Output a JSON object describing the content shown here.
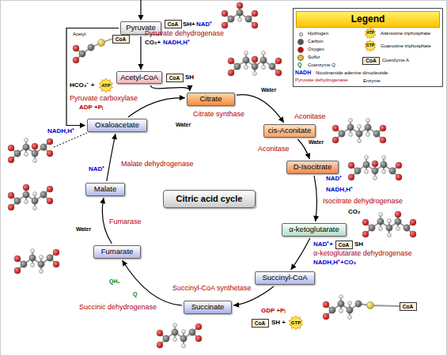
{
  "diagram": {
    "nodes": [
      {
        "text": [
          "Legend"
        ]
      },
      {
        "text": [
          "CoA"
        ],
        "in": 0
      },
      {
        "text": [
          "Pyruvate"
        ]
      },
      {
        "text": [
          "CoA"
        ]
      },
      {
        "text": [
          "CoA"
        ]
      },
      {
        "text": [
          "Acetyl-CoA"
        ]
      },
      {
        "text": [
          "CoA"
        ]
      },
      {
        "text": [
          "Citrate"
        ]
      },
      {
        "text": [
          "Oxaloacetate"
        ]
      },
      {
        "text": [
          "cis-Aconitate"
        ]
      },
      {
        "text": [
          "D-Isocitrate"
        ]
      },
      {
        "text": [
          "Malate"
        ]
      },
      {
        "text": [
          "Citric acid cycle"
        ]
      },
      {
        "text": [
          "α-ketoglutarate"
        ]
      },
      {
        "text": [
          "CoA"
        ]
      },
      {
        "text": [
          "Fumarate"
        ]
      },
      {
        "text": [
          "Succinyl-CoA"
        ]
      },
      {
        "text": [
          "CoA"
        ]
      },
      {
        "text": [
          "Succinate"
        ]
      },
      {
        "text": [
          "CoA"
        ]
      }
    ],
    "edges": [
      {
        "from": 2,
        "to": 5,
        "arrow": "to"
      },
      {
        "from": 5,
        "to": 7,
        "arrow": "to"
      },
      {
        "from": 2,
        "to": 8,
        "arrow": "to"
      },
      {
        "from": 8,
        "to": 7,
        "arrow": "to"
      },
      {
        "from": 7,
        "to": 9,
        "arrow": "to"
      },
      {
        "from": 9,
        "to": 10,
        "arrow": "to"
      },
      {
        "from": 10,
        "to": 13,
        "arrow": "to"
      },
      {
        "from": 13,
        "to": 16,
        "arrow": "to"
      },
      {
        "from": 16,
        "to": 18,
        "arrow": "to"
      },
      {
        "from": 18,
        "to": 15,
        "arrow": "to"
      },
      {
        "from": 15,
        "to": 11,
        "arrow": "to"
      },
      {
        "from": 11,
        "to": 8,
        "arrow": "to"
      }
    ],
    "labels": [
      "Acetyl",
      "SH+",
      "NAD⁺",
      "Pyruvate dehydrogenase",
      "CO₂+",
      "NADH,H⁺",
      "SH",
      "HCO₃⁻ +",
      "ATP",
      "Pyruvate carboxylase",
      "ADP +Pᵢ",
      "Citrate synthase",
      "Water",
      "Water",
      "Aconitase",
      "Aconitase",
      "Water",
      "NAD⁺",
      "NADH,H⁺",
      "Isocitrate dehydrogenase",
      "CO₂",
      "NAD⁺+",
      "SH",
      "α-ketoglutarate dehydrogenase",
      "NADH,H⁺+CO₂",
      "Succinyl-CoA synthetase",
      "GDP +Pᵢ",
      "SH +",
      "GTP",
      "QH₂",
      "Q",
      "Succinic dehydrogenase",
      "Fumarase",
      "Water",
      "Malate dehydrogenase",
      "NAD⁺",
      "NADH,H⁺",
      "Q",
      "NADH",
      "Pyruvate dehydrogenase",
      "ATP",
      "GTP"
    ],
    "legend": [
      {
        "text": "Hydrogen",
        "color": "#e8e8e8"
      },
      {
        "text": "Adenosine triphosphate"
      },
      {
        "text": "Carbon",
        "color": "#555555"
      },
      {
        "text": "Guanosine triphosphate"
      },
      {
        "text": "Oxygen",
        "color": "#cc0000"
      },
      {
        "text": "Sulfur",
        "color": "#e6c229"
      },
      {
        "text": "Coenzyme Q"
      },
      {
        "text": "Coenzyme A"
      },
      {
        "text": "Nicotinamide adenine dinucleotide"
      },
      {
        "text": "Enzyme"
      }
    ]
  }
}
